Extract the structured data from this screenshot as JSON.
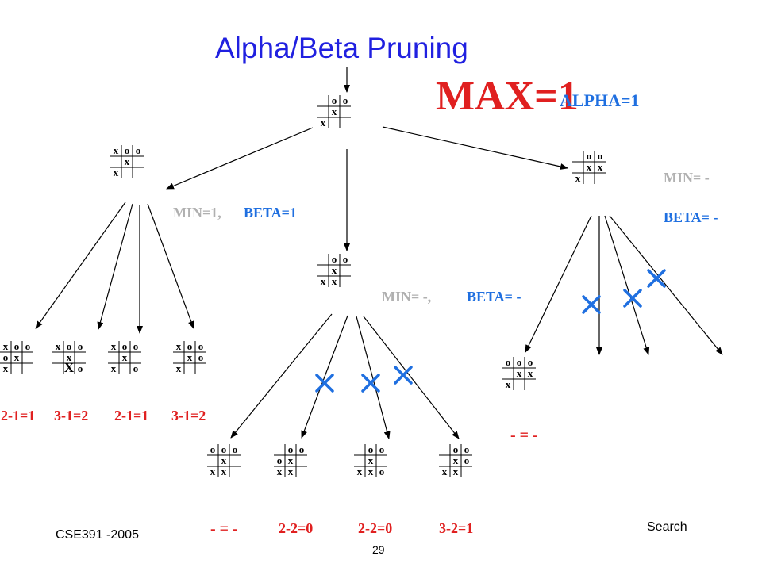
{
  "title": "Alpha/Beta Pruning",
  "max_label": "MAX=1",
  "alpha_label": "ALPHA=1",
  "labels": {
    "left_min": "MIN=1,",
    "left_beta": "BETA=1",
    "mid_min": "MIN= -,",
    "mid_beta": "BETA= -",
    "right_min": "MIN= -",
    "right_beta": "BETA= -"
  },
  "scores_left": [
    "2-1=1",
    "3-1=2",
    "2-1=1",
    "3-1=2"
  ],
  "scores_mid": [
    "- = -",
    "2-2=0",
    "2-2=0",
    "3-2=1"
  ],
  "score_right": "- = -",
  "footer": {
    "course": "CSE391 -2005",
    "topic": "Search",
    "page": "29"
  },
  "boards": {
    "root": [
      [
        "",
        "o",
        "o"
      ],
      [
        "",
        "x",
        ""
      ],
      [
        "x",
        "",
        ""
      ]
    ],
    "left": [
      [
        "x",
        "o",
        "o"
      ],
      [
        "",
        "x",
        ""
      ],
      [
        "x",
        "",
        ""
      ]
    ],
    "mid": [
      [
        "",
        "o",
        "o"
      ],
      [
        "",
        "x",
        ""
      ],
      [
        "x",
        "x",
        ""
      ]
    ],
    "right": [
      [
        "",
        "o",
        "o"
      ],
      [
        "",
        "x",
        "x"
      ],
      [
        "x",
        "",
        ""
      ]
    ],
    "l1": [
      [
        "x",
        "o",
        "o"
      ],
      [
        "o",
        "x",
        ""
      ],
      [
        "x",
        "",
        ""
      ]
    ],
    "l2": [
      [
        "x",
        "o",
        "o"
      ],
      [
        "",
        "x",
        ""
      ],
      [
        "",
        "X",
        "o"
      ]
    ],
    "l3": [
      [
        "x",
        "o",
        "o"
      ],
      [
        "",
        "x",
        ""
      ],
      [
        "x",
        "",
        "o"
      ]
    ],
    "l4": [
      [
        "x",
        "o",
        "o"
      ],
      [
        "",
        "x",
        "o"
      ],
      [
        "x",
        "",
        ""
      ]
    ],
    "m1": [
      [
        "o",
        "o",
        "o"
      ],
      [
        "",
        "x",
        ""
      ],
      [
        "x",
        "x",
        ""
      ]
    ],
    "m2": [
      [
        "",
        "o",
        "o"
      ],
      [
        "o",
        "x",
        ""
      ],
      [
        "x",
        "x",
        ""
      ]
    ],
    "m3": [
      [
        "",
        "o",
        "o"
      ],
      [
        "",
        "x",
        ""
      ],
      [
        "x",
        "x",
        "o"
      ]
    ],
    "m4": [
      [
        "",
        "o",
        "o"
      ],
      [
        "",
        "x",
        "o"
      ],
      [
        "x",
        "x",
        ""
      ]
    ],
    "r1": [
      [
        "o",
        "o",
        "o"
      ],
      [
        "",
        "x",
        "x"
      ],
      [
        "x",
        "",
        ""
      ]
    ]
  },
  "colors": {
    "title": "#2020e0",
    "max": "#e02020",
    "alpha": "#1f6fe0",
    "min_grey": "#b0b0b0",
    "prune_x": "#1f6fe0",
    "score": "#e02020"
  }
}
